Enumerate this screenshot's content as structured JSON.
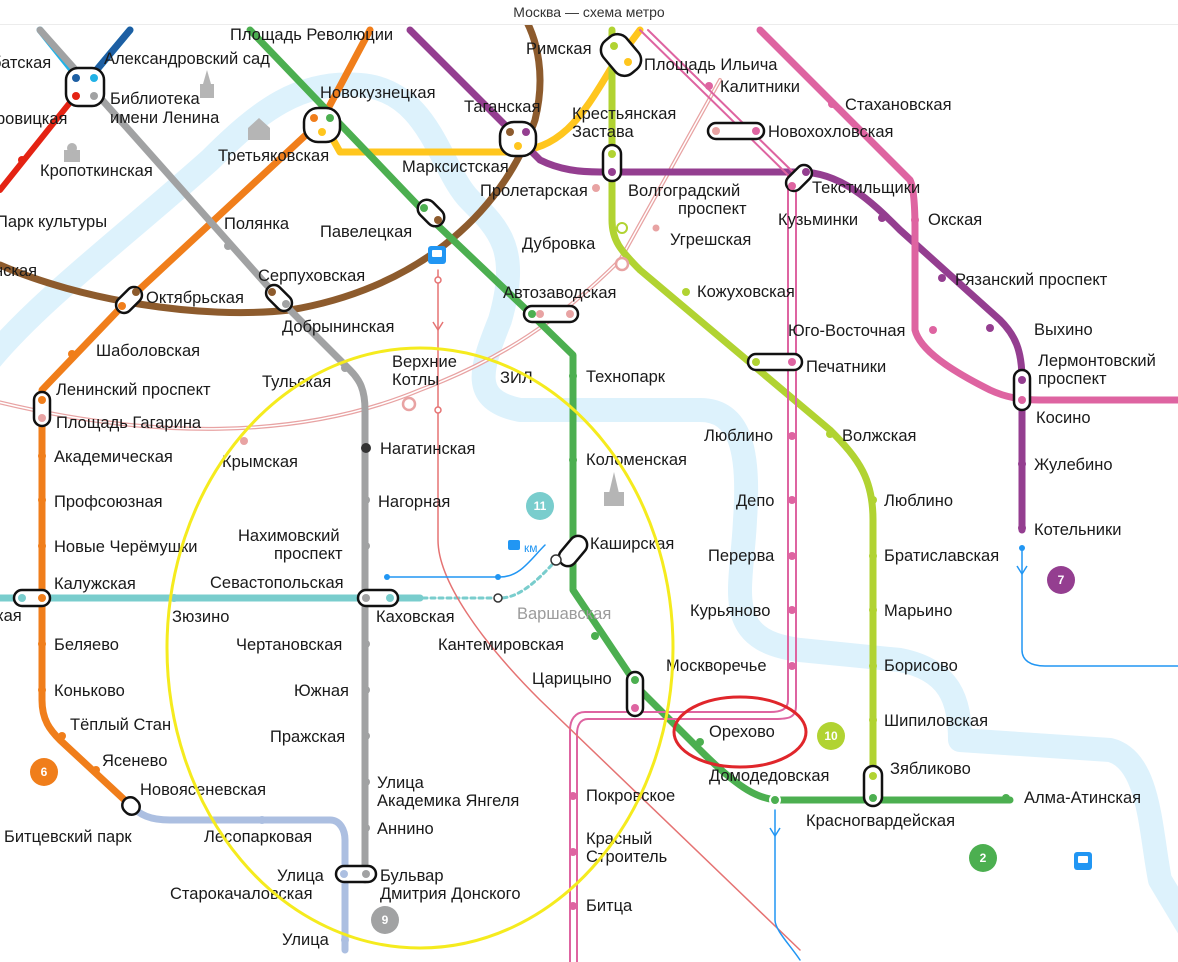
{
  "window": {
    "title": "Москва — схема метро"
  },
  "colors": {
    "line1": "#e42313",
    "line2": "#4caf50",
    "line3": "#1d5fa3",
    "line4": "#22b2e6",
    "line5": "#8d5b2d",
    "line6": "#f07e1b",
    "line7": "#943e90",
    "line8": "#ffc61e",
    "line9": "#a1a2a3",
    "line10": "#b1d332",
    "line11": "#79cdcd",
    "line12": "#acbfe1",
    "line14": "#e8a3a3",
    "line15": "#de64a1",
    "mcd": "#e1a1b8",
    "river": "#ddf2fc",
    "yellow_highlight": "#f5eb1e",
    "red_highlight": "#e0262b"
  },
  "line_badges": [
    {
      "name": "line-badge-6",
      "text": "6"
    },
    {
      "name": "line-badge-7",
      "text": "7"
    },
    {
      "name": "line-badge-9",
      "text": "9"
    },
    {
      "name": "line-badge-10",
      "text": "10"
    },
    {
      "name": "line-badge-11",
      "text": "11"
    },
    {
      "name": "line-badge-2",
      "text": "2"
    }
  ],
  "stations": {
    "arbatskaya": "батская",
    "aleksandrovsky_sad": "Александровский сад",
    "ploshchad_revolyutsii": "Площадь Революции",
    "rimskaya": "Римская",
    "ploshchad_ilyicha": "Площадь Ильича",
    "kalitniki": "Калитники",
    "stakhanovskaya": "Стахановская",
    "novokhokhlovskaya": "Новохохловская",
    "biblioteka_1": "Библиотека",
    "biblioteka_2": "имени Ленина",
    "borovitskaya": "ровицкая",
    "novokuznetskaya": "Новокузнецкая",
    "taganskaya": "Таганская",
    "krestyanskaya_1": "Крестьянская",
    "krestyanskaya_2": "Застава",
    "tretyakovskaya": "Третьяковская",
    "kropotkinskaya": "Кропоткинская",
    "marksistskaya": "Марксистская",
    "proletarskaya": "Пролетарская",
    "volgogradsky_1": "Волгоградский",
    "volgogradsky_2": "проспект",
    "tekstilshchiki": "Текстильщики",
    "kuzminki": "Кузьминки",
    "okskaya": "Окская",
    "park_kultury": "Парк культуры",
    "polyanka": "Полянка",
    "paveletskaya": "Павелецкая",
    "dubrovka": "Дубровка",
    "ugreshskaya": "Угрешская",
    "ryazansky": "Рязанский проспект",
    "frunzenskaya_frag": "нская",
    "serpukhovskaya": "Серпуховская",
    "oktyabrskaya": "Октябрьская",
    "avtozavodskaya": "Автозаводская",
    "kozhukhovskaya": "Кожуховская",
    "dobryninskaya": "Добрынинская",
    "yugo_vostochnaya": "Юго-Восточная",
    "vykhino": "Выхино",
    "shabolovskaya": "Шаболовская",
    "lermontovsky_1": "Лермонтовский",
    "lermontovsky_2": "проспект",
    "verkhnie_1": "Верхние",
    "verkhnie_2": "Котлы",
    "tulskaya": "Тульская",
    "zil": "ЗИЛ",
    "tekhnopark": "Технопарк",
    "pechatniki": "Печатники",
    "leninsky": "Ленинский проспект",
    "gagarina": "Площадь Гагарина",
    "kosino": "Косино",
    "krymskaya": "Крымская",
    "nagatinskaya": "Нагатинская",
    "lyublino_mcd": "Люблино",
    "volzhskaya": "Волжская",
    "akademicheskaya": "Академическая",
    "kolomenskaya": "Коломенская",
    "zhulebino": "Жулебино",
    "nagornaya": "Нагорная",
    "depo": "Депо",
    "lyublino": "Люблино",
    "profsoyuznaya": "Профсоюзная",
    "kotelniki": "Котельники",
    "nakhimovsky_1": "Нахимовский",
    "nakhimovsky_2": "проспект",
    "kashirskaya": "Каширская",
    "km_label": "км",
    "novye_cheryomushki": "Новые Черёмушки",
    "pererva": "Перерва",
    "bratislavskaya": "Братиславская",
    "kaluzhskaya": "Калужская",
    "sevastopolskaya": "Севастопольская",
    "kakhovskaya_frag": "кая",
    "zyuzino": "Зюзино",
    "kakhovskaya": "Каховская",
    "varshavskaya": "Варшавская",
    "kuryanovo": "Курьяново",
    "maryino": "Марьино",
    "belyaevo": "Беляево",
    "chertanovskaya": "Чертановская",
    "kantemirovskaya": "Кантемировская",
    "moskvorechye": "Москворечье",
    "borisovo": "Борисово",
    "konkovo": "Коньково",
    "yuzhnaya": "Южная",
    "tsaritsyno": "Царицыно",
    "shipilovskaya": "Шипиловская",
    "tyoply_stan": "Тёплый Стан",
    "orekhovo": "Орехово",
    "prazhskaya": "Пражская",
    "yasenevo": "Ясенево",
    "domodedovskaya": "Домодедовская",
    "zyablikovo": "Зябликово",
    "novoyasenevskaya": "Новоясеневская",
    "yangelya_1": "Улица",
    "yangelya_2": "Академика Янгеля",
    "pokrovskoe": "Покровское",
    "alma_atinskaya": "Алма-Атинская",
    "bitsevsky_park": "Битцевский парк",
    "lesoparkovaya": "Лесопарковая",
    "krasnogvardeyskaya": "Красногвардейская",
    "annino": "Аннино",
    "krasny_1": "Красный",
    "krasny_2": "Строитель",
    "starokach_1": "Улица",
    "starokach_2": "Старокачаловская",
    "dmitriya_1": "Бульвар",
    "dmitriya_2": "Дмитрия Донского",
    "bitsa": "Битца",
    "ulitsa_bottom": "Улица"
  }
}
